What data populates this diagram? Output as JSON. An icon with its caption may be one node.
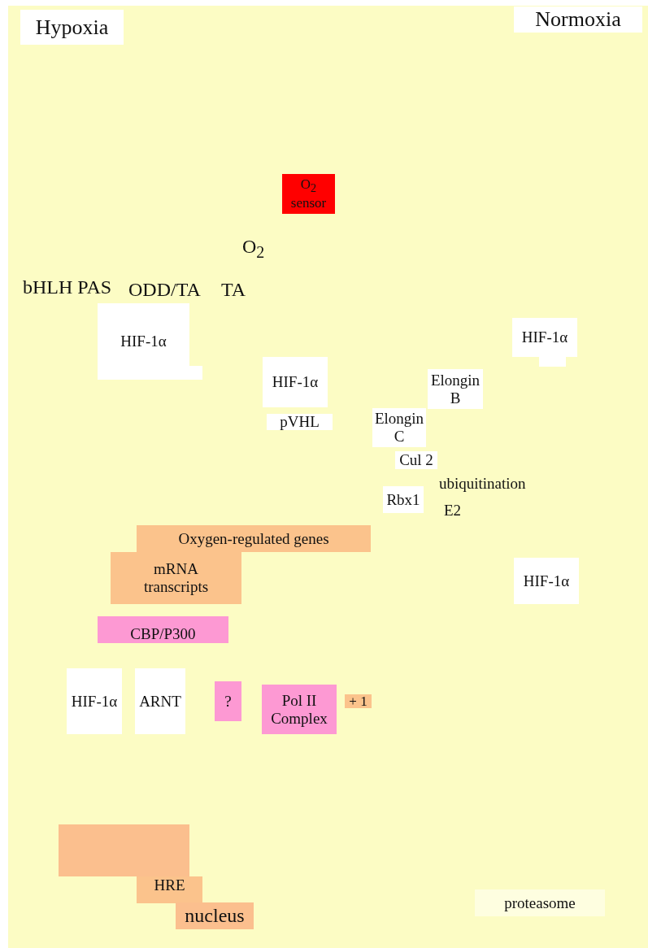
{
  "diagram": {
    "nodes": [
      {
        "text": [
          "Hypoxia"
        ]
      },
      {
        "text": [
          "Normoxia"
        ]
      },
      {
        "text": [
          "O$_{2}$ sensor"
        ]
      },
      {
        "text": [
          "HIF-1α"
        ]
      },
      {
        "text": [
          "HIF-1α"
        ]
      },
      {
        "text": [
          "HIF-1α"
        ]
      },
      {
        "text": [
          "pVHL"
        ]
      },
      {
        "text": [
          "Elongin B"
        ]
      },
      {
        "text": [
          "Elongin C"
        ]
      },
      {
        "text": [
          "Cul 2"
        ]
      },
      {
        "text": [
          "Rbx1"
        ]
      },
      {
        "text": [
          "HIF-1α"
        ]
      },
      {
        "text": [
          "Oxygen-regulated genes"
        ]
      },
      {
        "text": [
          "mRNA transcripts"
        ]
      },
      {
        "text": [
          "CBP/P300"
        ]
      },
      {
        "text": [
          "HIF-1α"
        ]
      },
      {
        "text": [
          "ARNT"
        ]
      },
      {
        "text": [
          "?"
        ]
      },
      {
        "text": [
          "Pol II Complex"
        ]
      },
      {
        "text": [
          "+ 1"
        ]
      },
      {
        "text": [],
        "shape": "box"
      },
      {
        "text": [
          "HRE"
        ]
      },
      {
        "text": [
          "nucleus"
        ]
      },
      {
        "text": [
          "proteasome"
        ]
      }
    ],
    "labels": [
      "O$_{2}$",
      "bHLH PAS",
      "ODD/TA",
      "TA",
      "ubiquitination",
      "E2"
    ]
  }
}
